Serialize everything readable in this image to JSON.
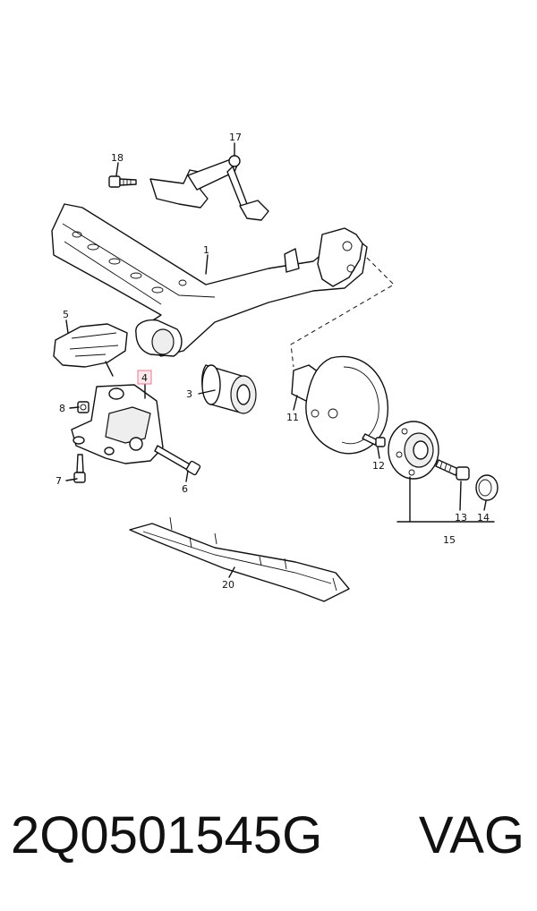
{
  "callouts": {
    "c1": "1",
    "c3": "3",
    "c4": "4",
    "c5": "5",
    "c6": "6",
    "c7": "7",
    "c8": "8",
    "c11": "11",
    "c12": "12",
    "c13": "13",
    "c14": "14",
    "c15": "15",
    "c17": "17",
    "c18": "18",
    "c20": "20"
  },
  "highlight_color": "#e07a8e",
  "footer": {
    "part_number": "2Q0501545G",
    "brand": "VAG"
  }
}
